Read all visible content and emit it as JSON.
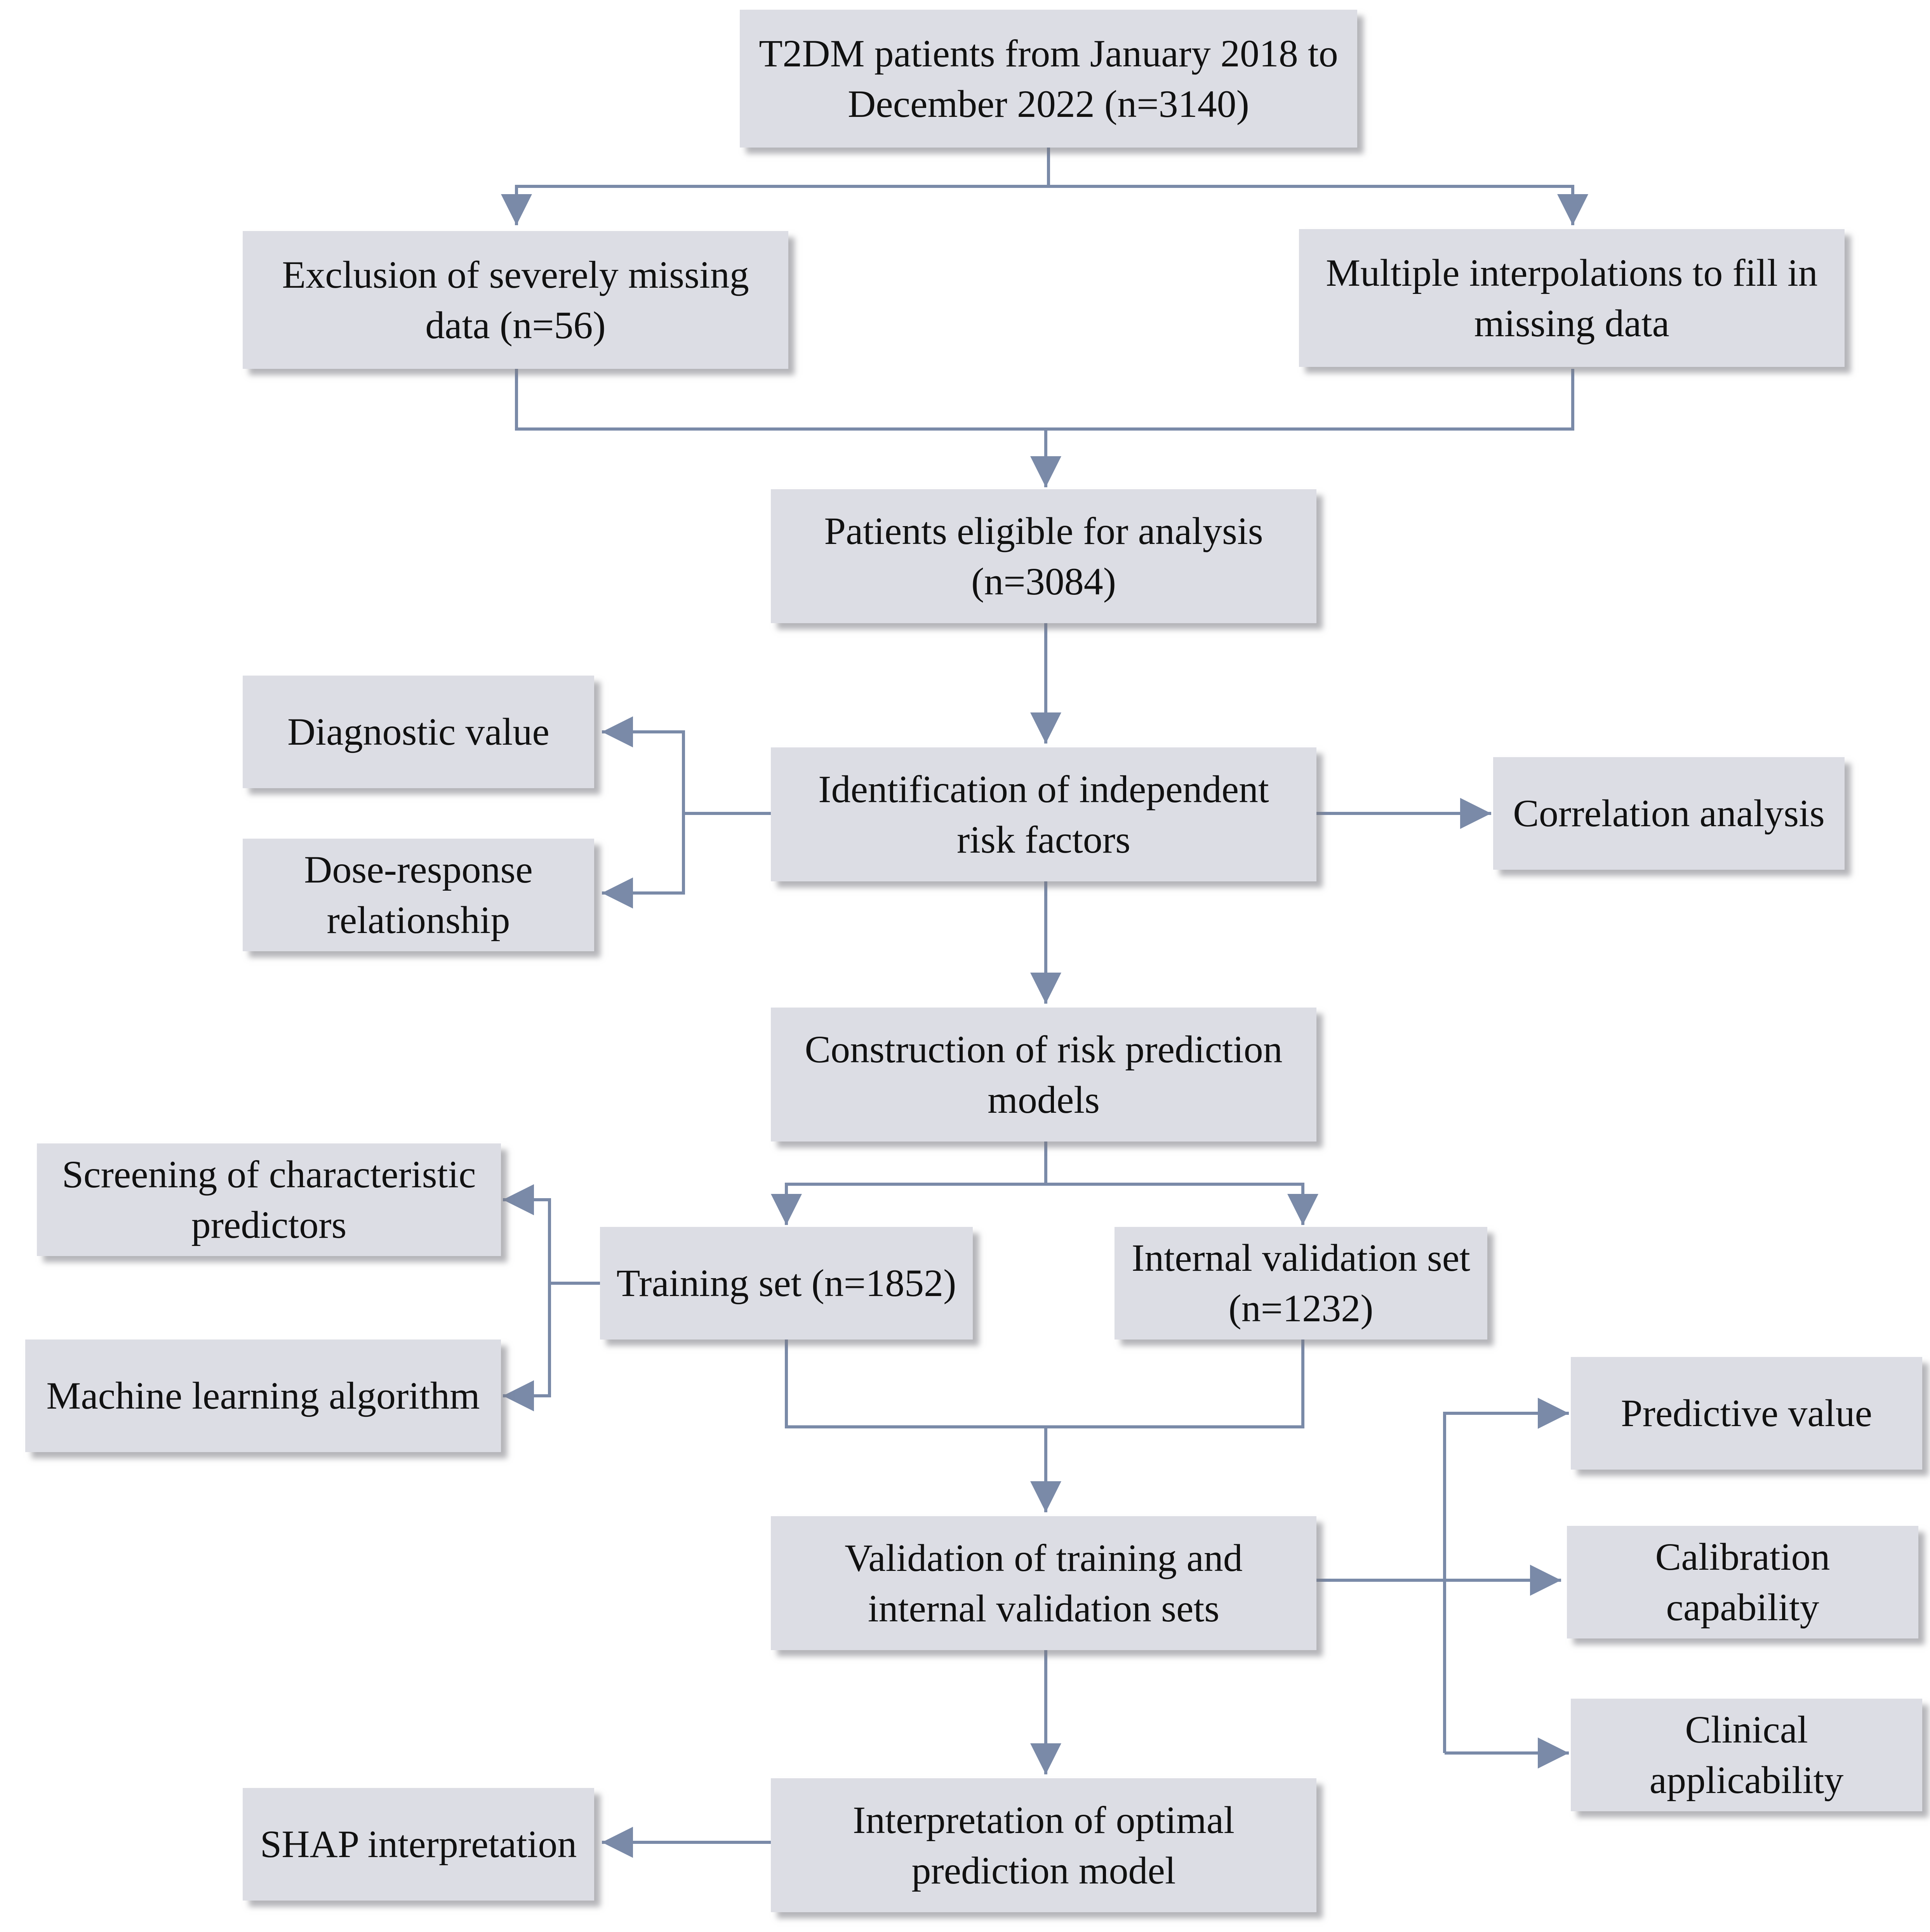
{
  "nodes": {
    "patients_total": "T2DM patients from January 2018 to December 2022 (n=3140)",
    "exclusion": "Exclusion of severely missing data (n=56)",
    "imputation": "Multiple interpolations to fill in missing data",
    "eligible": "Patients eligible for analysis (n=3084)",
    "risk_factors": "Identification of independent risk factors",
    "diagnostic_value": "Diagnostic value",
    "dose_response": "Dose-response relationship",
    "correlation": "Correlation analysis",
    "construction": "Construction of risk prediction models",
    "screening": "Screening of characteristic predictors",
    "machine_learning": "Machine learning algorithm",
    "training_set": "Training set (n=1852)",
    "internal_validation_set": "Internal validation set (n=1232)",
    "validation": "Validation of training and internal validation sets",
    "predictive_value": "Predictive value",
    "calibration": "Calibration capability",
    "clinical": "Clinical applicability",
    "interpretation": "Interpretation of optimal prediction model",
    "shap": "SHAP interpretation"
  },
  "colors": {
    "box_fill": "#dcdde4",
    "connector": "#7a8aa8",
    "text": "#111111"
  }
}
